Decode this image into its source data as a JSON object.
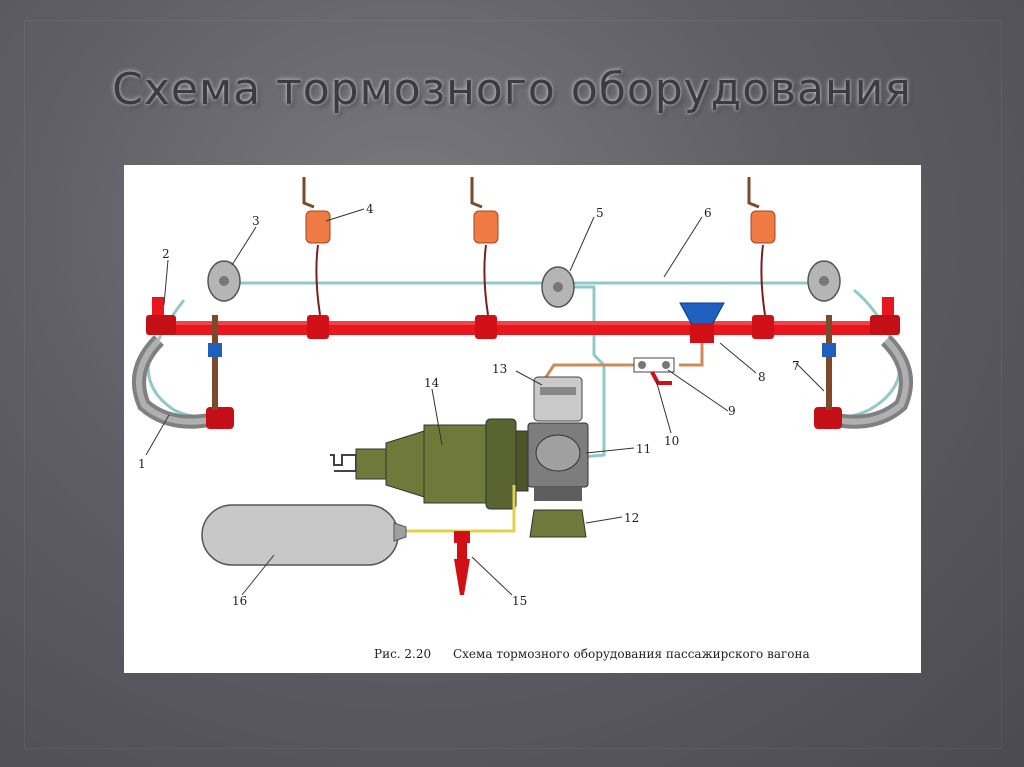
{
  "slide": {
    "title": "Схема тормозного оборудования"
  },
  "figure": {
    "number": "Рис. 2.20",
    "caption": "Схема тормозного оборудования пассажирского вагона",
    "callouts": [
      "1",
      "2",
      "3",
      "4",
      "5",
      "6",
      "7",
      "8",
      "9",
      "10",
      "11",
      "12",
      "13",
      "14",
      "15",
      "16"
    ]
  },
  "colors": {
    "main_pipe": "#e8161e",
    "valve_orange": "#f07a44",
    "cylinder_olive": "#6f7a3a",
    "reservoir_gray": "#c8c8c8",
    "control_line": "#8fc9c8",
    "supply_line": "#e0d04a",
    "blue_fitting": "#1f5fc0"
  }
}
